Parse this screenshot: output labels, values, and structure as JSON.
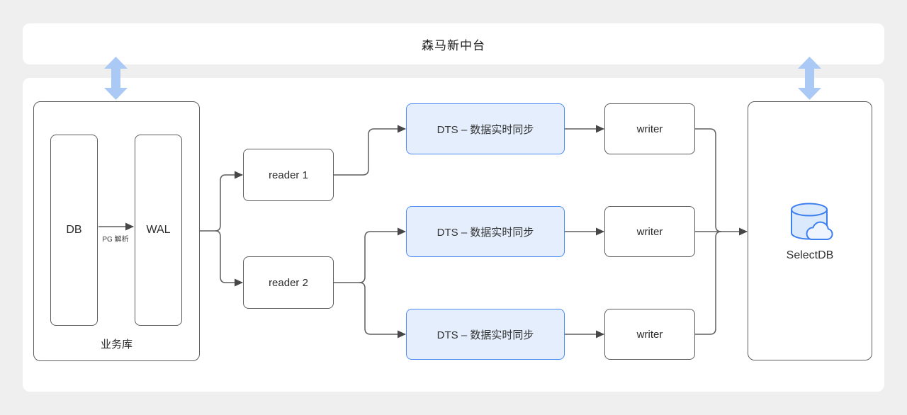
{
  "banner": {
    "title": "森马新中台"
  },
  "source_group": {
    "label": "业务库",
    "db_label": "DB",
    "wal_label": "WAL",
    "parse_label": "PG 解析"
  },
  "readers": [
    {
      "label": "reader 1"
    },
    {
      "label": "reader 2"
    }
  ],
  "dts_nodes": [
    {
      "label": "DTS – 数据实时同步"
    },
    {
      "label": "DTS – 数据实时同步"
    },
    {
      "label": "DTS – 数据实时同步"
    }
  ],
  "writers": [
    {
      "label": "writer"
    },
    {
      "label": "writer"
    },
    {
      "label": "writer"
    }
  ],
  "target": {
    "label": "SelectDB"
  },
  "icons": {
    "sync_arrow_left": "vertical-double-arrow",
    "sync_arrow_right": "vertical-double-arrow",
    "target_icon": "database-cylinder-with-cloud"
  },
  "colors": {
    "background": "#efefef",
    "panel": "#ffffff",
    "node_border": "#5c5c5c",
    "connector": "#5e5e5e",
    "arrowhead": "#474747",
    "dts_fill": "#e4eefc",
    "dts_border": "#4c8bf5",
    "sync_arrow": "#abc9f5",
    "icon_stroke": "#3e7fee",
    "icon_fill": "#dbe9fc",
    "text": "#262626"
  }
}
